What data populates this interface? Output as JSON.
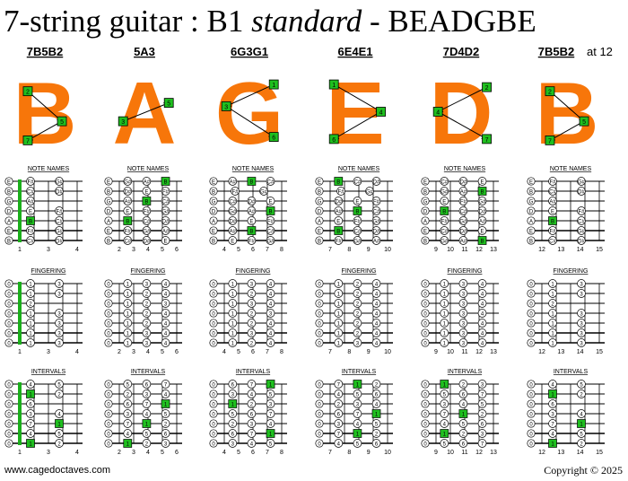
{
  "title": {
    "part1": "7-string guitar : B1 ",
    "italic": "standard",
    "part2": " - BEADGBE"
  },
  "footer": {
    "left": "www.cagedoctaves.com",
    "right": "Copyright © 2025"
  },
  "colors": {
    "letter": "#F7760A",
    "highlight": "#1FBF1F",
    "nut": "#1BAF1B",
    "line": "#000000"
  },
  "row_titles": [
    "NOTE NAMES",
    "FINGERING",
    "INTERVALS"
  ],
  "tuning_open": [
    "E",
    "B",
    "G",
    "D",
    "A",
    "E",
    "B"
  ],
  "columns": [
    {
      "shape": "7B5B2",
      "suffix": "",
      "letter": "B",
      "arrow": {
        "labels": [
          "2",
          "5",
          "7"
        ]
      },
      "fret_numbers": [
        "1",
        "3",
        "4"
      ],
      "nut": true,
      "notes": [
        [
          "F#",
          "G#"
        ],
        [
          "C#",
          "D#"
        ],
        [
          "A#",
          ""
        ],
        [
          "E",
          "F#"
        ],
        [
          "B",
          "C#"
        ],
        [
          "F#",
          "G#"
        ],
        [
          "C#",
          "D#"
        ]
      ],
      "fingering": [
        [
          "1",
          "3"
        ],
        [
          "1",
          "3"
        ],
        [
          "2",
          ""
        ],
        [
          "1",
          "3"
        ],
        [
          "1",
          "3"
        ],
        [
          "1",
          "3"
        ],
        [
          "1",
          "3"
        ]
      ],
      "intervals": [
        [
          "4",
          "5"
        ],
        [
          "1",
          "2"
        ],
        [
          "6",
          ""
        ],
        [
          "3",
          "4"
        ],
        [
          "7",
          "1"
        ],
        [
          "4",
          "5"
        ],
        [
          "1",
          "2"
        ]
      ]
    },
    {
      "shape": "5A3",
      "suffix": "",
      "letter": "A",
      "arrow": {
        "labels": [
          "3",
          "5"
        ]
      },
      "fret_numbers": [
        "2",
        "3",
        "4",
        "5",
        "6"
      ],
      "nut": false,
      "notes": [
        [
          "G#",
          "A#",
          "B"
        ],
        [
          "D#",
          "E",
          "F#"
        ],
        [
          "A#",
          "B",
          "C#"
        ],
        [
          "E",
          "F#",
          "G#"
        ],
        [
          "B",
          "C#",
          "D#"
        ],
        [
          "F#",
          "G#",
          "A#"
        ],
        [
          "C#",
          "D#",
          "E"
        ]
      ],
      "fingering": [
        [
          "1",
          "3",
          "4"
        ],
        [
          "1",
          "2",
          "4"
        ],
        [
          "1",
          "2",
          "3"
        ],
        [
          "1",
          "2",
          "4"
        ],
        [
          "1",
          "2",
          "4"
        ],
        [
          "1",
          "3",
          "4"
        ],
        [
          "1",
          "3",
          "4"
        ]
      ],
      "intervals": [
        [
          "5",
          "6",
          "7"
        ],
        [
          "2",
          "3",
          "4"
        ],
        [
          "6",
          "7",
          "1"
        ],
        [
          "3",
          "4",
          "5"
        ],
        [
          "7",
          "1",
          "2"
        ],
        [
          "4",
          "5",
          "6"
        ],
        [
          "1",
          "2",
          "3"
        ]
      ]
    },
    {
      "shape": "6G3G1",
      "suffix": "",
      "letter": "G",
      "arrow": {
        "labels": [
          "1",
          "3",
          "6"
        ]
      },
      "fret_numbers": [
        "4",
        "5",
        "6",
        "7",
        "8"
      ],
      "nut": false,
      "notes": [
        [
          "A#",
          "B",
          "C#"
        ],
        [
          "F#",
          "G#"
        ],
        [
          "C#",
          "D#",
          "E"
        ],
        [
          "G#",
          "A#",
          "B"
        ],
        [
          "D#",
          "E",
          "F#"
        ],
        [
          "A#",
          "B",
          "C#"
        ],
        [
          "E",
          "F#",
          "G#"
        ]
      ],
      "fingering": [
        [
          "1",
          "3",
          "4"
        ],
        [
          "1",
          "2",
          "4"
        ],
        [
          "1",
          "3",
          "4"
        ],
        [
          "1",
          "2",
          "3"
        ],
        [
          "1",
          "2",
          "4"
        ],
        [
          "1",
          "3",
          "4"
        ],
        [
          "1",
          "2",
          "4"
        ]
      ],
      "intervals": [
        [
          "6",
          "7",
          "1"
        ],
        [
          "3",
          "4",
          "5"
        ],
        [
          "1",
          "2",
          "3"
        ],
        [
          "5",
          "6",
          "7"
        ],
        [
          "2",
          "3",
          "4"
        ],
        [
          "6",
          "7",
          "1"
        ],
        [
          "3",
          "4",
          "5"
        ]
      ]
    },
    {
      "shape": "6E4E1",
      "suffix": "",
      "letter": "E",
      "arrow": {
        "labels": [
          "1",
          "4",
          "6"
        ]
      },
      "fret_numbers": [
        "7",
        "8",
        "9",
        "10"
      ],
      "nut": false,
      "notes": [
        [
          "B",
          "C#",
          "D#"
        ],
        [
          "F#",
          "G#"
        ],
        [
          "D#",
          "E",
          "F#"
        ],
        [
          "A#",
          "B",
          "C#"
        ],
        [
          "E",
          "F#",
          "G#"
        ],
        [
          "B",
          "C#",
          "D#"
        ],
        [
          "F#",
          "G#",
          "A#"
        ]
      ],
      "fingering": [
        [
          "1",
          "2",
          "4"
        ],
        [
          "1",
          "2",
          "4"
        ],
        [
          "1",
          "2",
          "4"
        ],
        [
          "1",
          "2",
          "4"
        ],
        [
          "1",
          "2",
          "4"
        ],
        [
          "1",
          "2",
          "4"
        ],
        [
          "1",
          "3",
          "4"
        ]
      ],
      "intervals": [
        [
          "7",
          "1",
          "2"
        ],
        [
          "4",
          "5",
          "6"
        ],
        [
          "2",
          "3",
          "4"
        ],
        [
          "6",
          "7",
          "1"
        ],
        [
          "3",
          "4",
          "5"
        ],
        [
          "7",
          "1",
          "2"
        ],
        [
          "4",
          "5",
          "6"
        ]
      ]
    },
    {
      "shape": "7D4D2",
      "suffix": "",
      "letter": "D",
      "arrow": {
        "labels": [
          "2",
          "4",
          "7"
        ]
      },
      "fret_numbers": [
        "9",
        "10",
        "11",
        "12",
        "13"
      ],
      "nut": false,
      "notes": [
        [
          "C#",
          "D#",
          "E"
        ],
        [
          "G#",
          "A#",
          "B"
        ],
        [
          "E",
          "F#",
          "G#"
        ],
        [
          "B",
          "C#",
          "D#"
        ],
        [
          "F#",
          "G#",
          "A#"
        ],
        [
          "C#",
          "D#",
          "E"
        ],
        [
          "G#",
          "A#",
          "B"
        ]
      ],
      "fingering": [
        [
          "1",
          "3",
          "4"
        ],
        [
          "1",
          "3",
          "4"
        ],
        [
          "1",
          "3",
          "4"
        ],
        [
          "1",
          "3",
          "4"
        ],
        [
          "1",
          "3",
          "4"
        ],
        [
          "1",
          "3",
          "4"
        ],
        [
          "1",
          "3",
          "4"
        ]
      ],
      "intervals": [
        [
          "1",
          "2",
          "3"
        ],
        [
          "5",
          "6",
          "7"
        ],
        [
          "3",
          "4",
          "5"
        ],
        [
          "7",
          "1",
          "2"
        ],
        [
          "4",
          "5",
          "6"
        ],
        [
          "1",
          "2",
          "3"
        ],
        [
          "5",
          "6",
          "7"
        ]
      ]
    },
    {
      "shape": "7B5B2",
      "suffix": "at 12",
      "letter": "B",
      "arrow": {
        "labels": [
          "2",
          "5",
          "7"
        ]
      },
      "fret_numbers": [
        "12",
        "13",
        "14",
        "15"
      ],
      "nut": false,
      "notes": [
        [
          "F#",
          "G#"
        ],
        [
          "C#",
          "D#"
        ],
        [
          "A#",
          ""
        ],
        [
          "E",
          "F#"
        ],
        [
          "B",
          "C#"
        ],
        [
          "F#",
          "G#"
        ],
        [
          "C#",
          "D#"
        ]
      ],
      "fingering": [
        [
          "1",
          "3"
        ],
        [
          "1",
          "3"
        ],
        [
          "2",
          ""
        ],
        [
          "1",
          "3"
        ],
        [
          "1",
          "3"
        ],
        [
          "1",
          "3"
        ],
        [
          "1",
          "3"
        ]
      ],
      "intervals": [
        [
          "4",
          "5"
        ],
        [
          "1",
          "2"
        ],
        [
          "6",
          ""
        ],
        [
          "3",
          "4"
        ],
        [
          "7",
          "1"
        ],
        [
          "4",
          "5"
        ],
        [
          "1",
          "2"
        ]
      ]
    }
  ]
}
